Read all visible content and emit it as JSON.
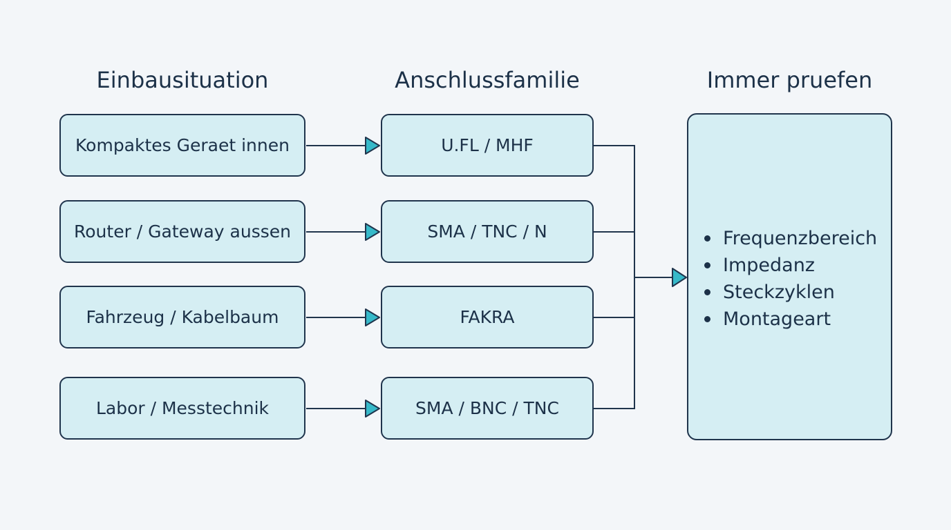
{
  "columns": {
    "situation_title": "Einbausituation",
    "family_title": "Anschlussfamilie",
    "check_title": "Immer pruefen"
  },
  "rows": [
    {
      "situation": "Kompaktes Geraet innen",
      "family": "U.FL / MHF"
    },
    {
      "situation": "Router / Gateway aussen",
      "family": "SMA / TNC / N"
    },
    {
      "situation": "Fahrzeug / Kabelbaum",
      "family": "FAKRA"
    },
    {
      "situation": "Labor / Messtechnik",
      "family": "SMA / BNC / TNC"
    }
  ],
  "checklist": [
    "Frequenzbereich",
    "Impedanz",
    "Steckzyklen",
    "Montageart"
  ],
  "colors": {
    "box_fill": "#d5eef3",
    "box_border": "#1f344c",
    "arrow_fill": "#36b9c9",
    "background": "#f3f6f9"
  }
}
